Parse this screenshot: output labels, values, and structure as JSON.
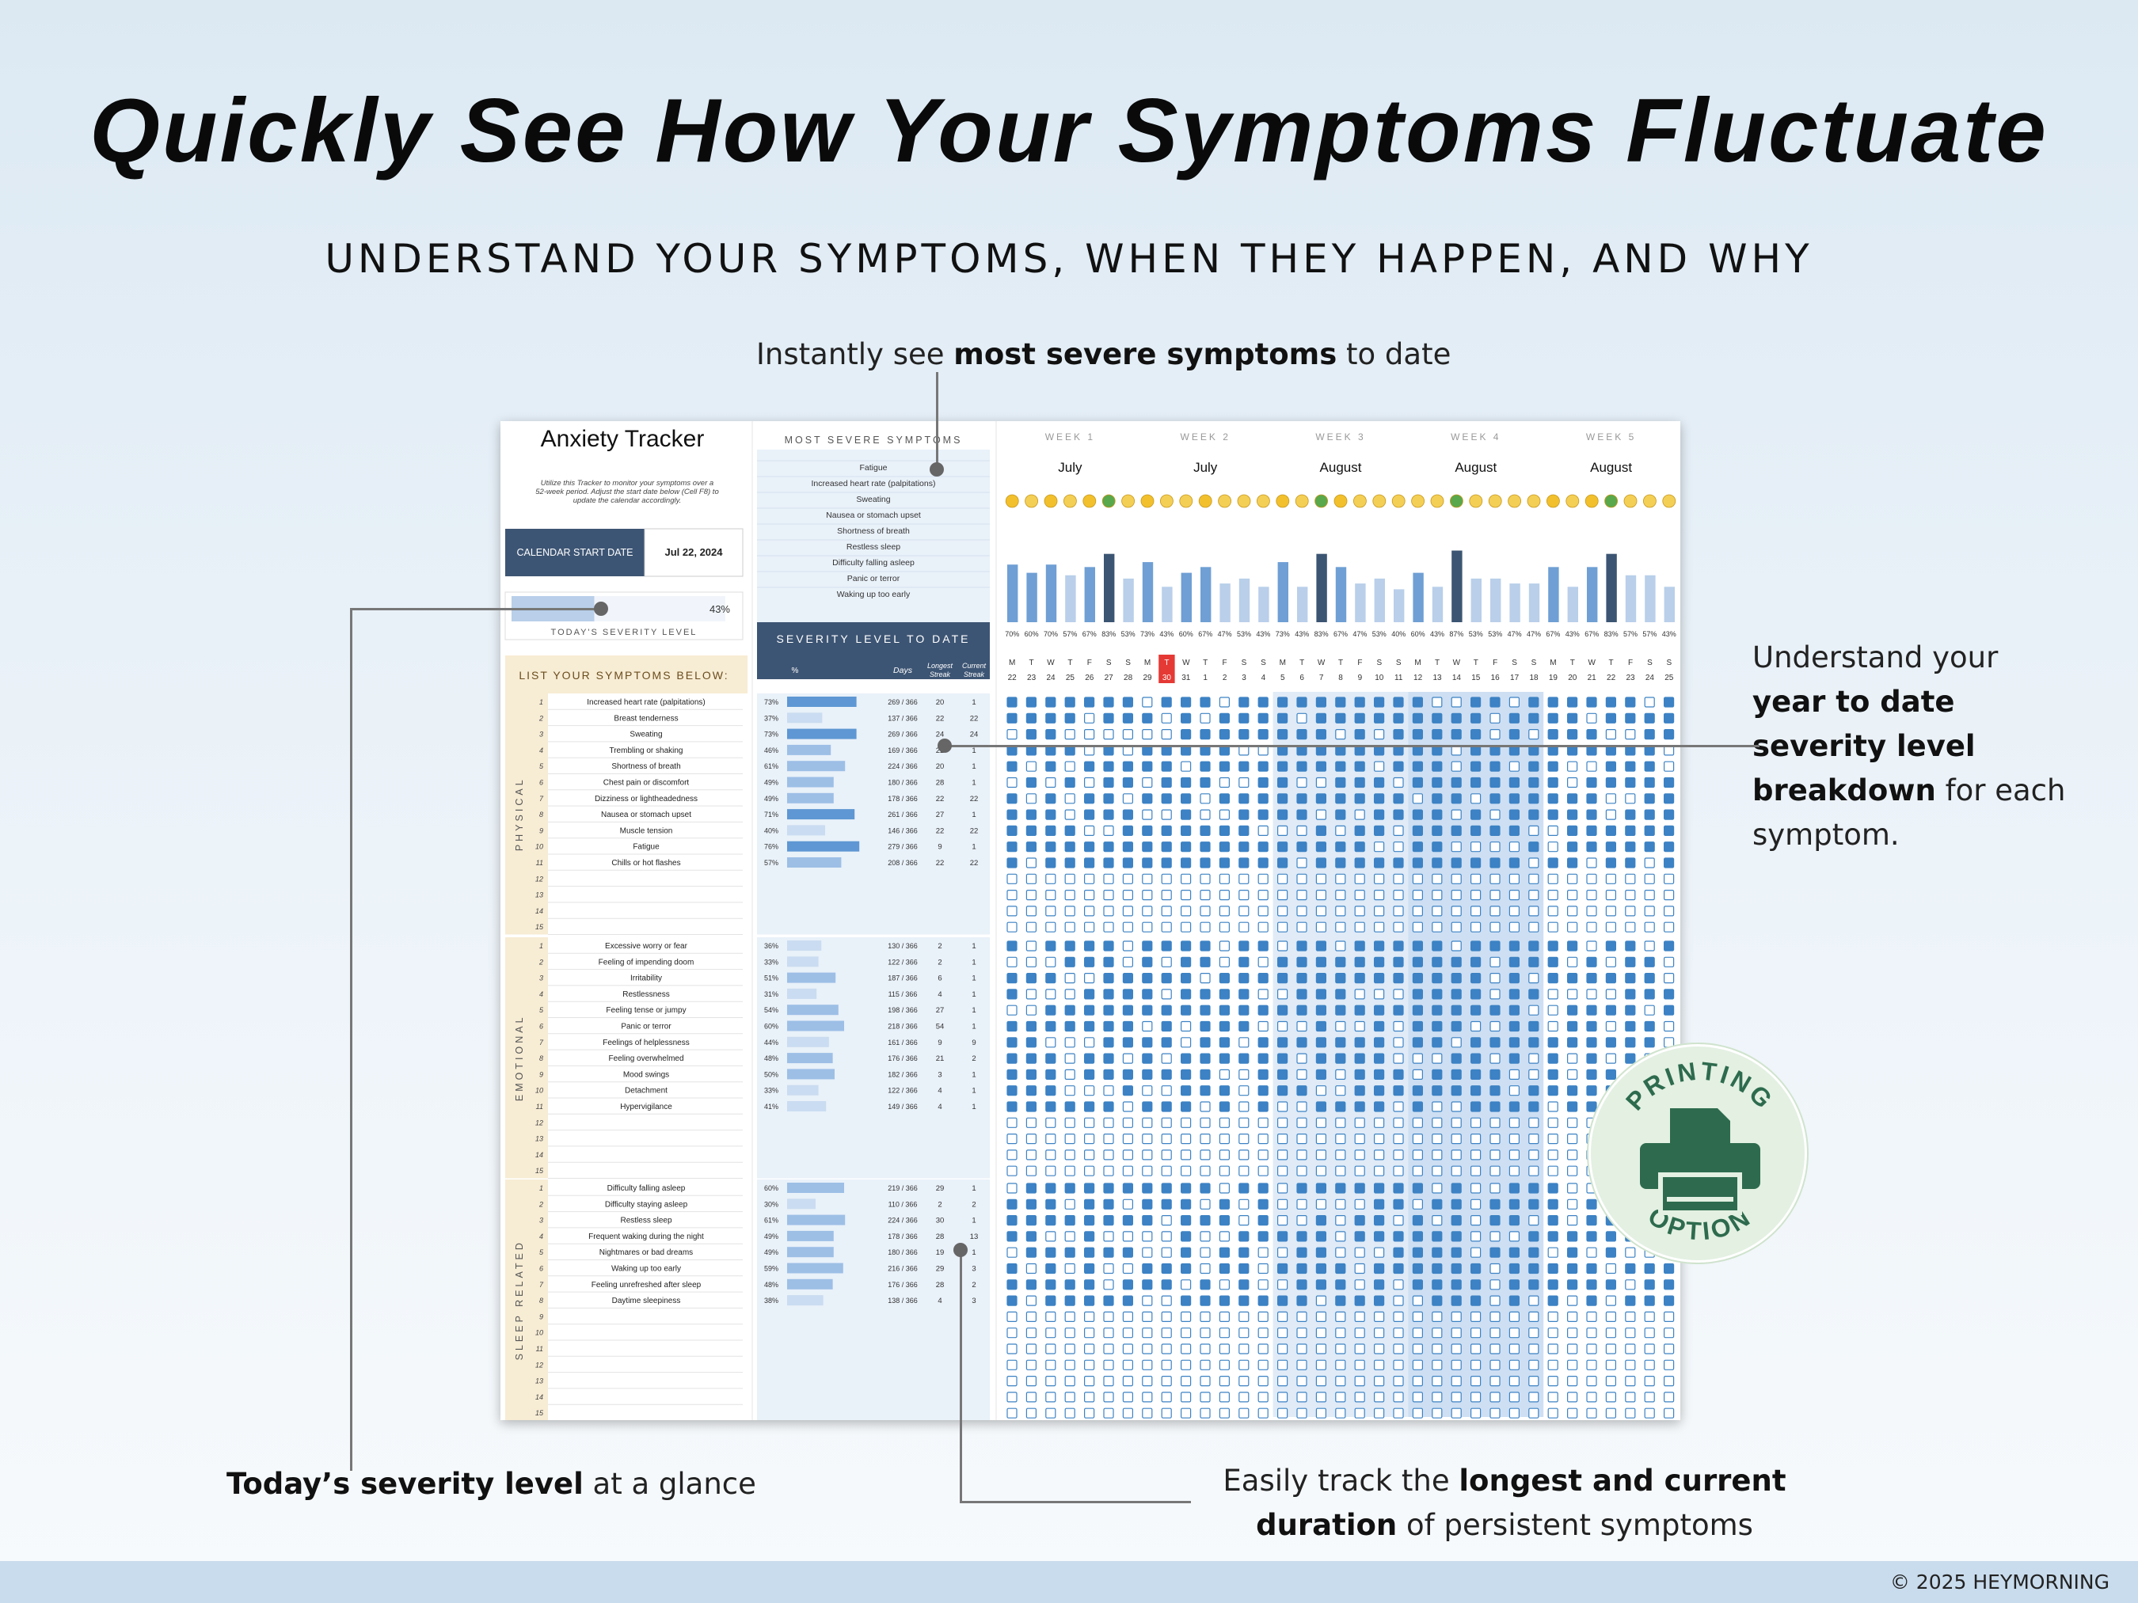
{
  "headline": "Quickly See How Your Symptoms Fluctuate",
  "subheadline": "UNDERSTAND YOUR SYMPTOMS, WHEN THEY HAPPEN, AND WHY",
  "callouts": {
    "top": {
      "a": "Instantly see ",
      "b": "most severe symptoms",
      "c": " to date"
    },
    "right": {
      "l1": "Understand your",
      "l2": "year to date",
      "l3": "severity level",
      "l4b": "breakdown",
      "l4": " for each",
      "l5": "symptom."
    },
    "bottom_left": {
      "b": "Today’s severity level",
      "c": " at a glance"
    },
    "bottom_right": {
      "a": "Easily track the ",
      "b": "longest and current",
      "b2": "duration",
      "c": " of persistent symptoms"
    }
  },
  "copyright": "© 2025 HEYMORNING",
  "badge": {
    "top": "PRINTING",
    "bottom": "OPTION"
  },
  "tracker": {
    "title": "Anxiety Tracker",
    "instructions": [
      "Utilize this Tracker to monitor your symptoms over a",
      "52-week period. Adjust the start date below (Cell F8) to",
      "update the calendar accordingly."
    ],
    "start_date_label": "CALENDAR START DATE",
    "start_date_value": "Jul 22, 2024",
    "today_pct": "43%",
    "today_fill": 0.43,
    "today_label": "TODAY'S SEVERITY LEVEL",
    "list_header": "LIST YOUR SYMPTOMS BELOW:",
    "most_severe_header": "MOST SEVERE SYMPTOMS",
    "most_severe": [
      "Fatigue",
      "Increased heart rate (palpitations)",
      "Sweating",
      "Nausea or stomach upset",
      "Shortness of breath",
      "Restless sleep",
      "Difficulty falling asleep",
      "Panic or terror",
      "Waking up too early"
    ],
    "severity_header": "SEVERITY LEVEL TO DATE",
    "col_pct": "%",
    "col_days": "Days",
    "col_longest": [
      "Longest",
      "Streak"
    ],
    "col_current": [
      "Current",
      "Streak"
    ],
    "categories": [
      {
        "name": "PHYSICAL",
        "symptoms": [
          [
            "Increased heart rate (palpitations)",
            "73%",
            "269 / 366",
            "20",
            "1"
          ],
          [
            "Breast tenderness",
            "37%",
            "137 / 366",
            "22",
            "22"
          ],
          [
            "Sweating",
            "73%",
            "269 / 366",
            "24",
            "24"
          ],
          [
            "Trembling or shaking",
            "46%",
            "169 / 366",
            "22",
            "1"
          ],
          [
            "Shortness of breath",
            "61%",
            "224 / 366",
            "20",
            "1"
          ],
          [
            "Chest pain or discomfort",
            "49%",
            "180 / 366",
            "28",
            "1"
          ],
          [
            "Dizziness or lightheadedness",
            "49%",
            "178 / 366",
            "22",
            "22"
          ],
          [
            "Nausea or stomach upset",
            "71%",
            "261 / 366",
            "27",
            "1"
          ],
          [
            "Muscle tension",
            "40%",
            "146 / 366",
            "22",
            "22"
          ],
          [
            "Fatigue",
            "76%",
            "279 / 366",
            "9",
            "1"
          ],
          [
            "Chills or hot flashes",
            "57%",
            "208 / 366",
            "22",
            "22"
          ]
        ]
      },
      {
        "name": "EMOTIONAL",
        "symptoms": [
          [
            "Excessive worry or fear",
            "36%",
            "130 / 366",
            "2",
            "1"
          ],
          [
            "Feeling of impending doom",
            "33%",
            "122 / 366",
            "2",
            "1"
          ],
          [
            "Irritability",
            "51%",
            "187 / 366",
            "6",
            "1"
          ],
          [
            "Restlessness",
            "31%",
            "115 / 366",
            "4",
            "1"
          ],
          [
            "Feeling tense or jumpy",
            "54%",
            "198 / 366",
            "27",
            "1"
          ],
          [
            "Panic or terror",
            "60%",
            "218 / 366",
            "54",
            "1"
          ],
          [
            "Feelings of helplessness",
            "44%",
            "161 / 366",
            "9",
            "9"
          ],
          [
            "Feeling overwhelmed",
            "48%",
            "176 / 366",
            "21",
            "2"
          ],
          [
            "Mood swings",
            "50%",
            "182 / 366",
            "3",
            "1"
          ],
          [
            "Detachment",
            "33%",
            "122 / 366",
            "4",
            "1"
          ],
          [
            "Hypervigilance",
            "41%",
            "149 / 366",
            "4",
            "1"
          ]
        ]
      },
      {
        "name": "SLEEP RELATED",
        "symptoms": [
          [
            "Difficulty falling asleep",
            "60%",
            "219 / 366",
            "29",
            "1"
          ],
          [
            "Difficulty staying asleep",
            "30%",
            "110 / 366",
            "2",
            "2"
          ],
          [
            "Restless sleep",
            "61%",
            "224 / 366",
            "30",
            "1"
          ],
          [
            "Frequent waking during the night",
            "49%",
            "178 / 366",
            "28",
            "13"
          ],
          [
            "Nightmares or bad dreams",
            "49%",
            "180 / 366",
            "19",
            "1"
          ],
          [
            "Waking up too early",
            "59%",
            "216 / 366",
            "29",
            "3"
          ],
          [
            "Feeling unrefreshed after sleep",
            "48%",
            "176 / 366",
            "28",
            "2"
          ],
          [
            "Daytime sleepiness",
            "38%",
            "138 / 366",
            "4",
            "3"
          ]
        ]
      }
    ],
    "weeks": [
      {
        "label": "WEEK 1",
        "month": "July",
        "days": [
          "22",
          "23",
          "24",
          "25",
          "26",
          "27",
          "28"
        ]
      },
      {
        "label": "WEEK 2",
        "month": "July",
        "days": [
          "29",
          "30",
          "31",
          "1",
          "2",
          "3",
          "4"
        ]
      },
      {
        "label": "WEEK 3",
        "month": "August",
        "days": [
          "5",
          "6",
          "7",
          "8",
          "9",
          "10",
          "11"
        ]
      },
      {
        "label": "WEEK 4",
        "month": "August",
        "days": [
          "12",
          "13",
          "14",
          "15",
          "16",
          "17",
          "18"
        ]
      },
      {
        "label": "WEEK 5",
        "month": "August",
        "days": [
          "19",
          "20",
          "21",
          "22",
          "23",
          "24",
          "25"
        ]
      }
    ],
    "weekday_letters": [
      "M",
      "T",
      "W",
      "T",
      "F",
      "S",
      "S"
    ],
    "today_index": 8,
    "daily_pct": [
      "70%",
      "60%",
      "70%",
      "57%",
      "67%",
      "83%",
      "53%",
      "73%",
      "43%",
      "60%",
      "67%",
      "47%",
      "53%",
      "43%",
      "73%",
      "43%",
      "83%",
      "67%",
      "47%",
      "53%",
      "40%",
      "60%",
      "43%",
      "87%",
      "53%",
      "53%",
      "47%",
      "47%",
      "67%",
      "43%",
      "67%",
      "83%",
      "57%",
      "57%",
      "43%"
    ],
    "daily_values": [
      70,
      60,
      70,
      57,
      67,
      83,
      53,
      73,
      43,
      60,
      67,
      47,
      53,
      43,
      73,
      43,
      83,
      67,
      47,
      53,
      40,
      60,
      43,
      87,
      53,
      53,
      47,
      47,
      67,
      43,
      67,
      83,
      57,
      57,
      43
    ],
    "colors": {
      "navy": "#3d5574",
      "bar_mid": "#6f9fd4",
      "bar_light": "#b9cfea",
      "bar_dark": "#3b5573",
      "check": "#3c82c4",
      "today": "#e53935",
      "cream": "#f7ecd4",
      "panel": "#e9f1f9",
      "green": "#2e6b4e"
    }
  }
}
